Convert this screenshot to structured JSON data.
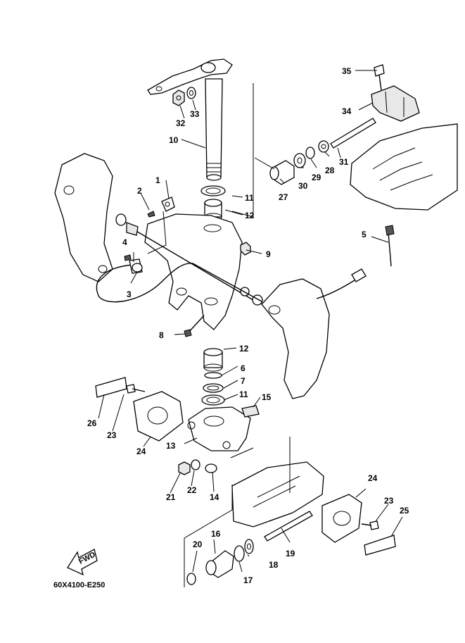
{
  "diagram_code": "60X4100-E250",
  "fwd_label": "FWD",
  "callouts": {
    "c1": "1",
    "c2": "2",
    "c3": "3",
    "c4": "4",
    "c5": "5",
    "c6": "6",
    "c7": "7",
    "c8": "8",
    "c9": "9",
    "c10": "10",
    "c11a": "11",
    "c11b": "11",
    "c12a": "12",
    "c12b": "12",
    "c13": "13",
    "c14": "14",
    "c15": "15",
    "c16": "16",
    "c17": "17",
    "c18": "18",
    "c19": "19",
    "c20": "20",
    "c21": "21",
    "c22": "22",
    "c23a": "23",
    "c23b": "23",
    "c24a": "24",
    "c24b": "24",
    "c25": "25",
    "c26": "26",
    "c27": "27",
    "c28": "28",
    "c29": "29",
    "c30": "30",
    "c31": "31",
    "c32": "32",
    "c33": "33",
    "c34": "34",
    "c35": "35"
  }
}
